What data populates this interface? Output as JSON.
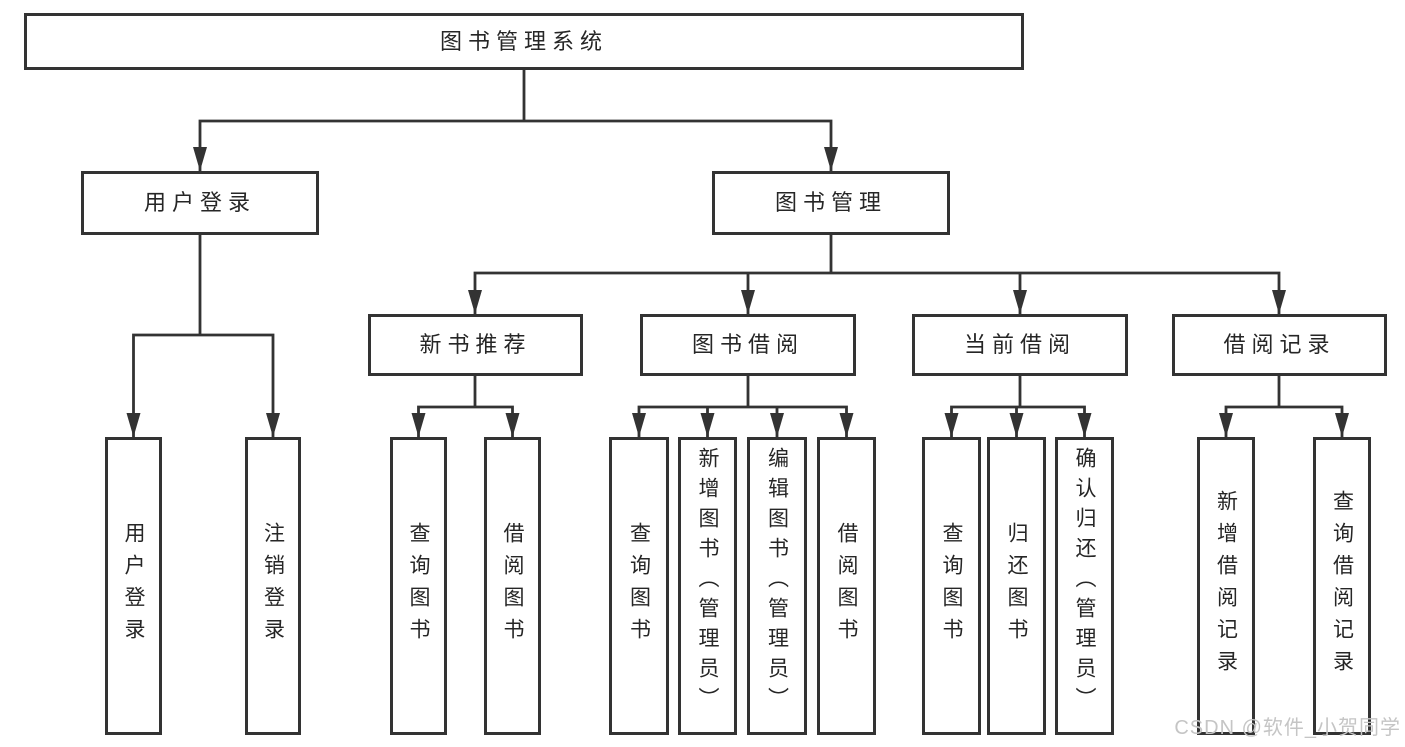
{
  "colors": {
    "line": "#333333",
    "text": "#262626",
    "box_background": "#ffffff",
    "watermark": "#c5c5c5",
    "page_background": "#ffffff"
  },
  "watermark": {
    "text": "CSDN @软件_小贺同学"
  },
  "nodes": {
    "root": "图书管理系统",
    "user_login": "用户登录",
    "book_management": "图书管理",
    "new_book_recommend": "新书推荐",
    "book_borrow": "图书借阅",
    "current_borrow": "当前借阅",
    "borrow_records": "借阅记录",
    "leaf_user_login": "用户登录",
    "leaf_logout": "注销登录",
    "leaf_recommend_query_books": "查询图书",
    "leaf_recommend_borrow_books": "借阅图书",
    "leaf_borrow_query_books": "查询图书",
    "leaf_borrow_add_books": "新增图书（管理员）",
    "leaf_borrow_edit_books": "编辑图书（管理员）",
    "leaf_borrow_borrow_books": "借阅图书",
    "leaf_current_query_books": "查询图书",
    "leaf_current_return_books": "归还图书",
    "leaf_current_confirm_return": "确认归还（管理员）",
    "leaf_records_add_record": "新增借阅记录",
    "leaf_records_query_record": "查询借阅记录"
  }
}
